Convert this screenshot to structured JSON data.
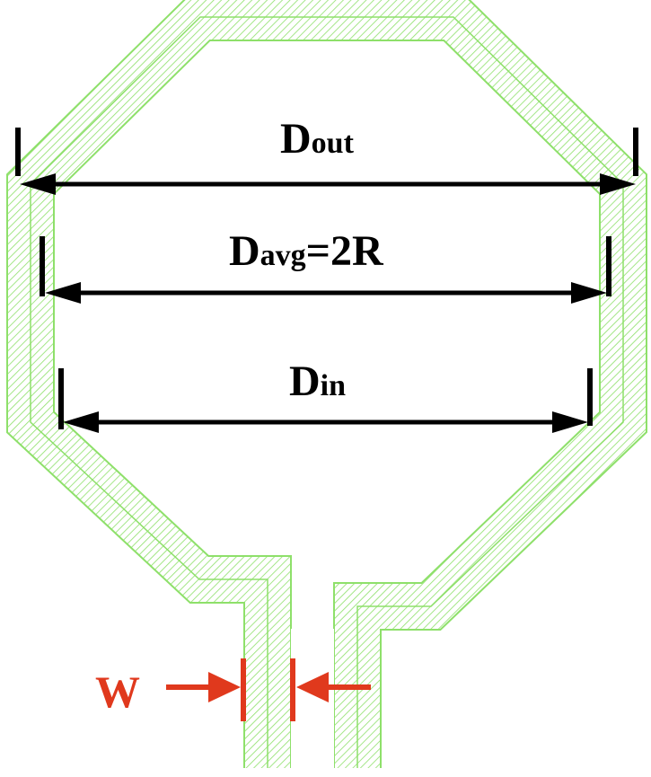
{
  "colors": {
    "trace": "#8ee06a",
    "dimension": "#000000",
    "width_marker": "#e0391d",
    "background": "#ffffff"
  },
  "labels": {
    "d_out": {
      "main": "D",
      "sub": "out"
    },
    "d_avg": {
      "main": "D",
      "sub": "avg",
      "suffix": "=2R"
    },
    "d_in": {
      "main": "D",
      "sub": "in"
    },
    "w": "W"
  }
}
